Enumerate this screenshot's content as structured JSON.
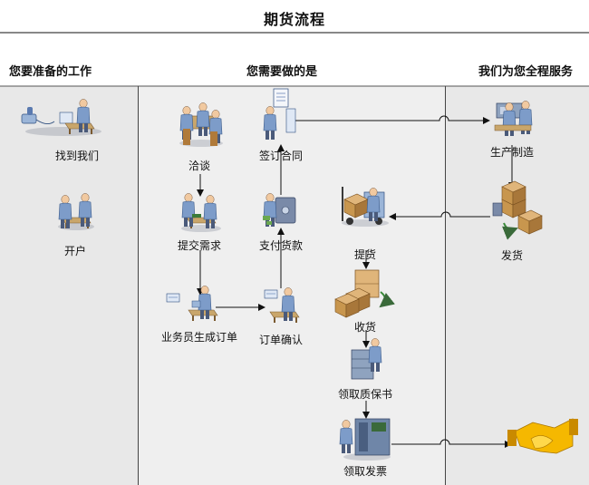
{
  "title": "期货流程",
  "columns": {
    "left": "您要准备的工作",
    "middle": "您需要做的是",
    "right": "我们为您全程服务"
  },
  "nodes": {
    "find_us": "找到我们",
    "open_account": "开户",
    "negotiate": "洽谈",
    "submit_request": "提交需求",
    "salesperson_order": "业务员生成订单",
    "sign_contract": "签订合同",
    "pay_goods": "支付货款",
    "confirm_order": "订单确认",
    "pick_up": "提货",
    "receive_goods": "收货",
    "warranty": "领取质保书",
    "invoice": "领取发票",
    "production": "生产制造",
    "ship": "发货"
  },
  "colors": {
    "left_panel": "#e8e8e8",
    "middle_panel": "#efefef",
    "right_panel": "#e8e8e8",
    "person_shirt": "#7d9cc9",
    "box": "#c8964e",
    "handshake": "#f5b800"
  }
}
